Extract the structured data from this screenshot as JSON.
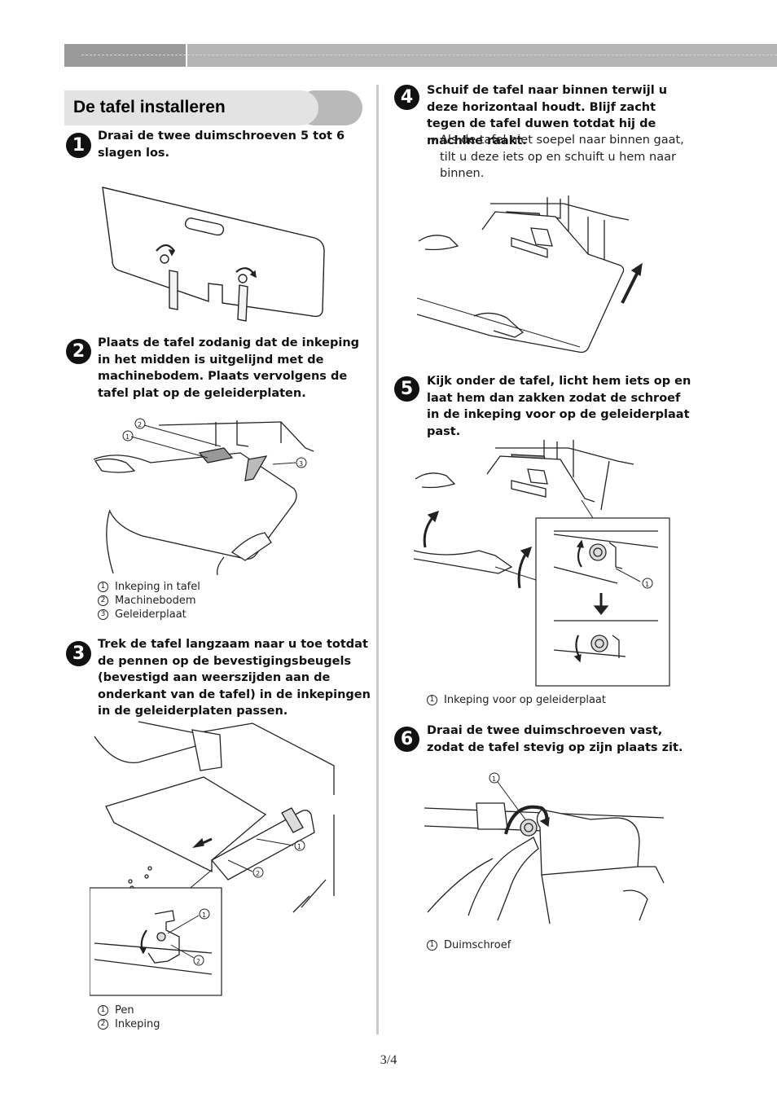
{
  "section": {
    "title": "De tafel installeren"
  },
  "steps": [
    {
      "num": "1",
      "text": "Draai de twee duimschroeven 5 tot 6 slagen los."
    },
    {
      "num": "2",
      "text": "Plaats de tafel zodanig dat de inkeping in het midden is uitgelijnd met de machinebodem. Plaats vervolgens de tafel plat op de geleiderplaten.",
      "legend": [
        {
          "n": "1",
          "label": "Inkeping in tafel"
        },
        {
          "n": "2",
          "label": "Machinebodem"
        },
        {
          "n": "3",
          "label": "Geleiderplaat"
        }
      ]
    },
    {
      "num": "3",
      "text": "Trek de tafel langzaam naar u toe totdat de pennen op de bevestigingsbeugels (bevestigd aan weerszijden aan de onderkant van de tafel) in de inkepingen in de geleiderplaten passen.",
      "legend": [
        {
          "n": "1",
          "label": "Pen"
        },
        {
          "n": "2",
          "label": "Inkeping"
        }
      ]
    },
    {
      "num": "4",
      "text": "Schuif de tafel naar binnen terwijl u deze horizontaal houdt. Blijf zacht tegen de tafel duwen totdat hij de machine raakt.",
      "bullet": "Als de tafel niet soepel naar binnen gaat, tilt u deze iets op en schuift u hem naar binnen."
    },
    {
      "num": "5",
      "text": "Kijk onder de tafel, licht hem iets op en laat hem dan zakken zodat de schroef in de inkeping voor op de geleiderplaat past.",
      "legend": [
        {
          "n": "1",
          "label": "Inkeping voor op geleiderplaat"
        }
      ]
    },
    {
      "num": "6",
      "text": "Draai de twee duimschroeven vast, zodat de tafel stevig op zijn plaats zit.",
      "legend": [
        {
          "n": "1",
          "label": "Duimschroef"
        }
      ]
    }
  ],
  "page_number": "3/4"
}
